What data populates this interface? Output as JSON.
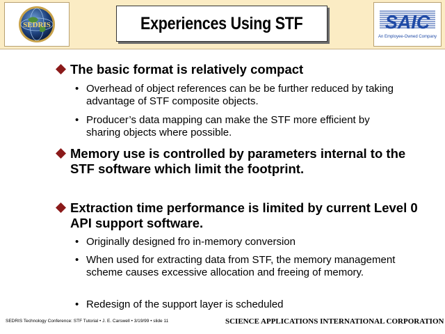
{
  "slide": {
    "title": "Experiences Using STF",
    "logo_left": {
      "icon": "sedris-globe-logo",
      "text": "SEDRIS"
    },
    "logo_right": {
      "icon": "saic-logo",
      "text": "SAIC",
      "tagline": "An Employee-Owned Company"
    }
  },
  "bullets": [
    {
      "text": "The basic format is relatively compact",
      "subs": [
        "Overhead of object references can be be further reduced by taking advantage of STF composite objects.",
        "Producer’s data mapping can make the STF more efficient by sharing objects where possible."
      ]
    },
    {
      "text": "Memory use is controlled by parameters internal to the STF software which limit the footprint.",
      "subs": []
    },
    {
      "text": "Extraction time performance is limited by current Level 0 API support software.",
      "subs": [
        "Originally designed fro in-memory conversion",
        "When used for extracting data from STF, the memory management scheme causes excessive allocation and freeing of memory.",
        "Redesign of the support layer is scheduled"
      ]
    }
  ],
  "footer": {
    "left": "SEDRIS Technology Conference: STF Tutorial • J. E. Carswell • 3/19/99 • slide 11",
    "right": "SCIENCE APPLICATIONS INTERNATIONAL CORPORATION"
  },
  "colors": {
    "header_bg": "#fbecc4",
    "bullet_marker": "#8b1a1a",
    "saic_blue": "#1f4aa6"
  }
}
